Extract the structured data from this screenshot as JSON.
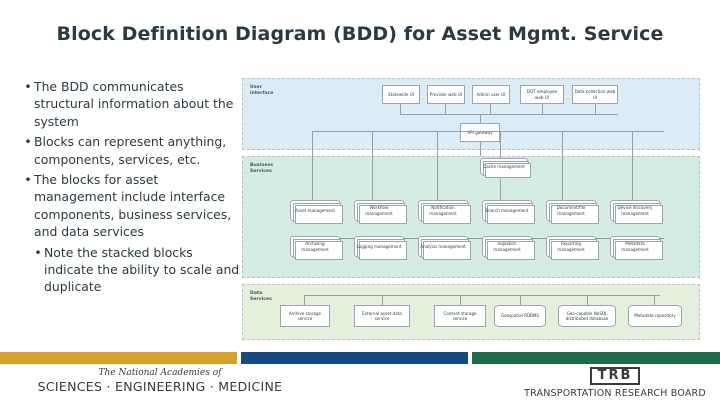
{
  "slide": {
    "title": "Block Definition Diagram (BDD) for Asset Mgmt. Service",
    "bullets": [
      {
        "text": "The BDD communicates structural information about the system",
        "indented": false
      },
      {
        "text": "Blocks can represent anything, components, services, etc.",
        "indented": false
      },
      {
        "text": "The blocks for asset management include interface components, business services, and data services",
        "indented": false
      },
      {
        "text": "Note the stacked blocks indicate the ability to scale and duplicate",
        "indented": true
      }
    ],
    "bullet_marker": "•"
  },
  "diagram": {
    "bands": [
      {
        "name": "user-interface",
        "label": "User\ninterface",
        "color": "#dcecf7"
      },
      {
        "name": "business-services",
        "label": "Business\nServices",
        "color": "#d5ece3"
      },
      {
        "name": "data-services",
        "label": "Data\nServices",
        "color": "#e4f0dc"
      }
    ],
    "ui_blocks": [
      {
        "label": "Statewide UI"
      },
      {
        "label": "Provider web UI"
      },
      {
        "label": "Admin user UI"
      },
      {
        "label": "DOT employee web UI"
      },
      {
        "label": "Data collection web UI"
      }
    ],
    "gateway_block": {
      "label": "API gateway"
    },
    "business_blocks_row1": [
      {
        "label": "Asset management"
      },
      {
        "label": "Workflow management"
      },
      {
        "label": "Notification management"
      },
      {
        "label": "Search management"
      },
      {
        "label": "Document/file management"
      },
      {
        "label": "Device discovery management"
      }
    ],
    "business_blocks_row2": [
      {
        "label": "Archiving management"
      },
      {
        "label": "Logging management"
      },
      {
        "label": "Analysis management"
      },
      {
        "label": "Ingestion management"
      },
      {
        "label": "Reporting management"
      },
      {
        "label": "Metadata management"
      }
    ],
    "business_top_block": {
      "label": "Cache management"
    },
    "data_blocks": [
      {
        "label": "Archive storage service"
      },
      {
        "label": "External asset data service"
      },
      {
        "label": "Content storage service"
      },
      {
        "label": "Geospatial RDBMS"
      },
      {
        "label": "Geo-capable NoSQL distributed database"
      },
      {
        "label": "Metadata repository"
      }
    ]
  },
  "footer": {
    "bars": [
      {
        "name": "gold",
        "color": "#d6a329"
      },
      {
        "name": "blue",
        "color": "#174a82"
      },
      {
        "name": "green",
        "color": "#1f6b4e"
      }
    ],
    "nas_top": "The National Academies of",
    "nas_bottom": "SCIENCES · ENGINEERING · MEDICINE",
    "trb_mark": "TRB",
    "trb_name": "TRANSPORTATION RESEARCH BOARD"
  }
}
